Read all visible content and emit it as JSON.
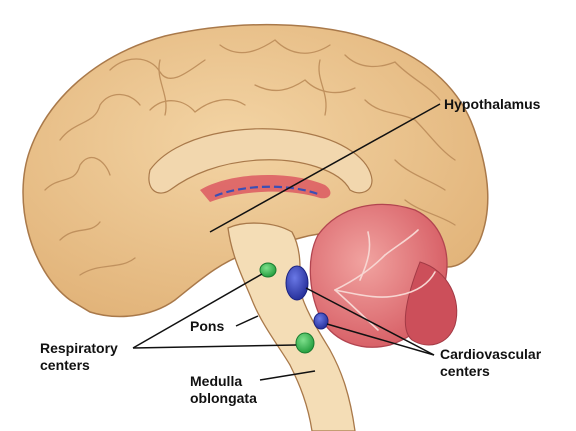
{
  "labels": {
    "hypothalamus": "Hypothalamus",
    "pons": "Pons",
    "respiratory_line1": "Respiratory",
    "respiratory_line2": "centers",
    "medulla_line1": "Medulla",
    "medulla_line2": "oblongata",
    "cardio_line1": "Cardiovascular",
    "cardio_line2": "centers"
  },
  "colors": {
    "brain_tan": "#EBC38C",
    "brain_outline": "#A9794A",
    "cerebellum": "#D9606A",
    "cerebellum_dark": "#B24550",
    "respiratory_center": "#2DAA46",
    "cardio_center": "#2C35A8",
    "leader_line": "#111111"
  }
}
